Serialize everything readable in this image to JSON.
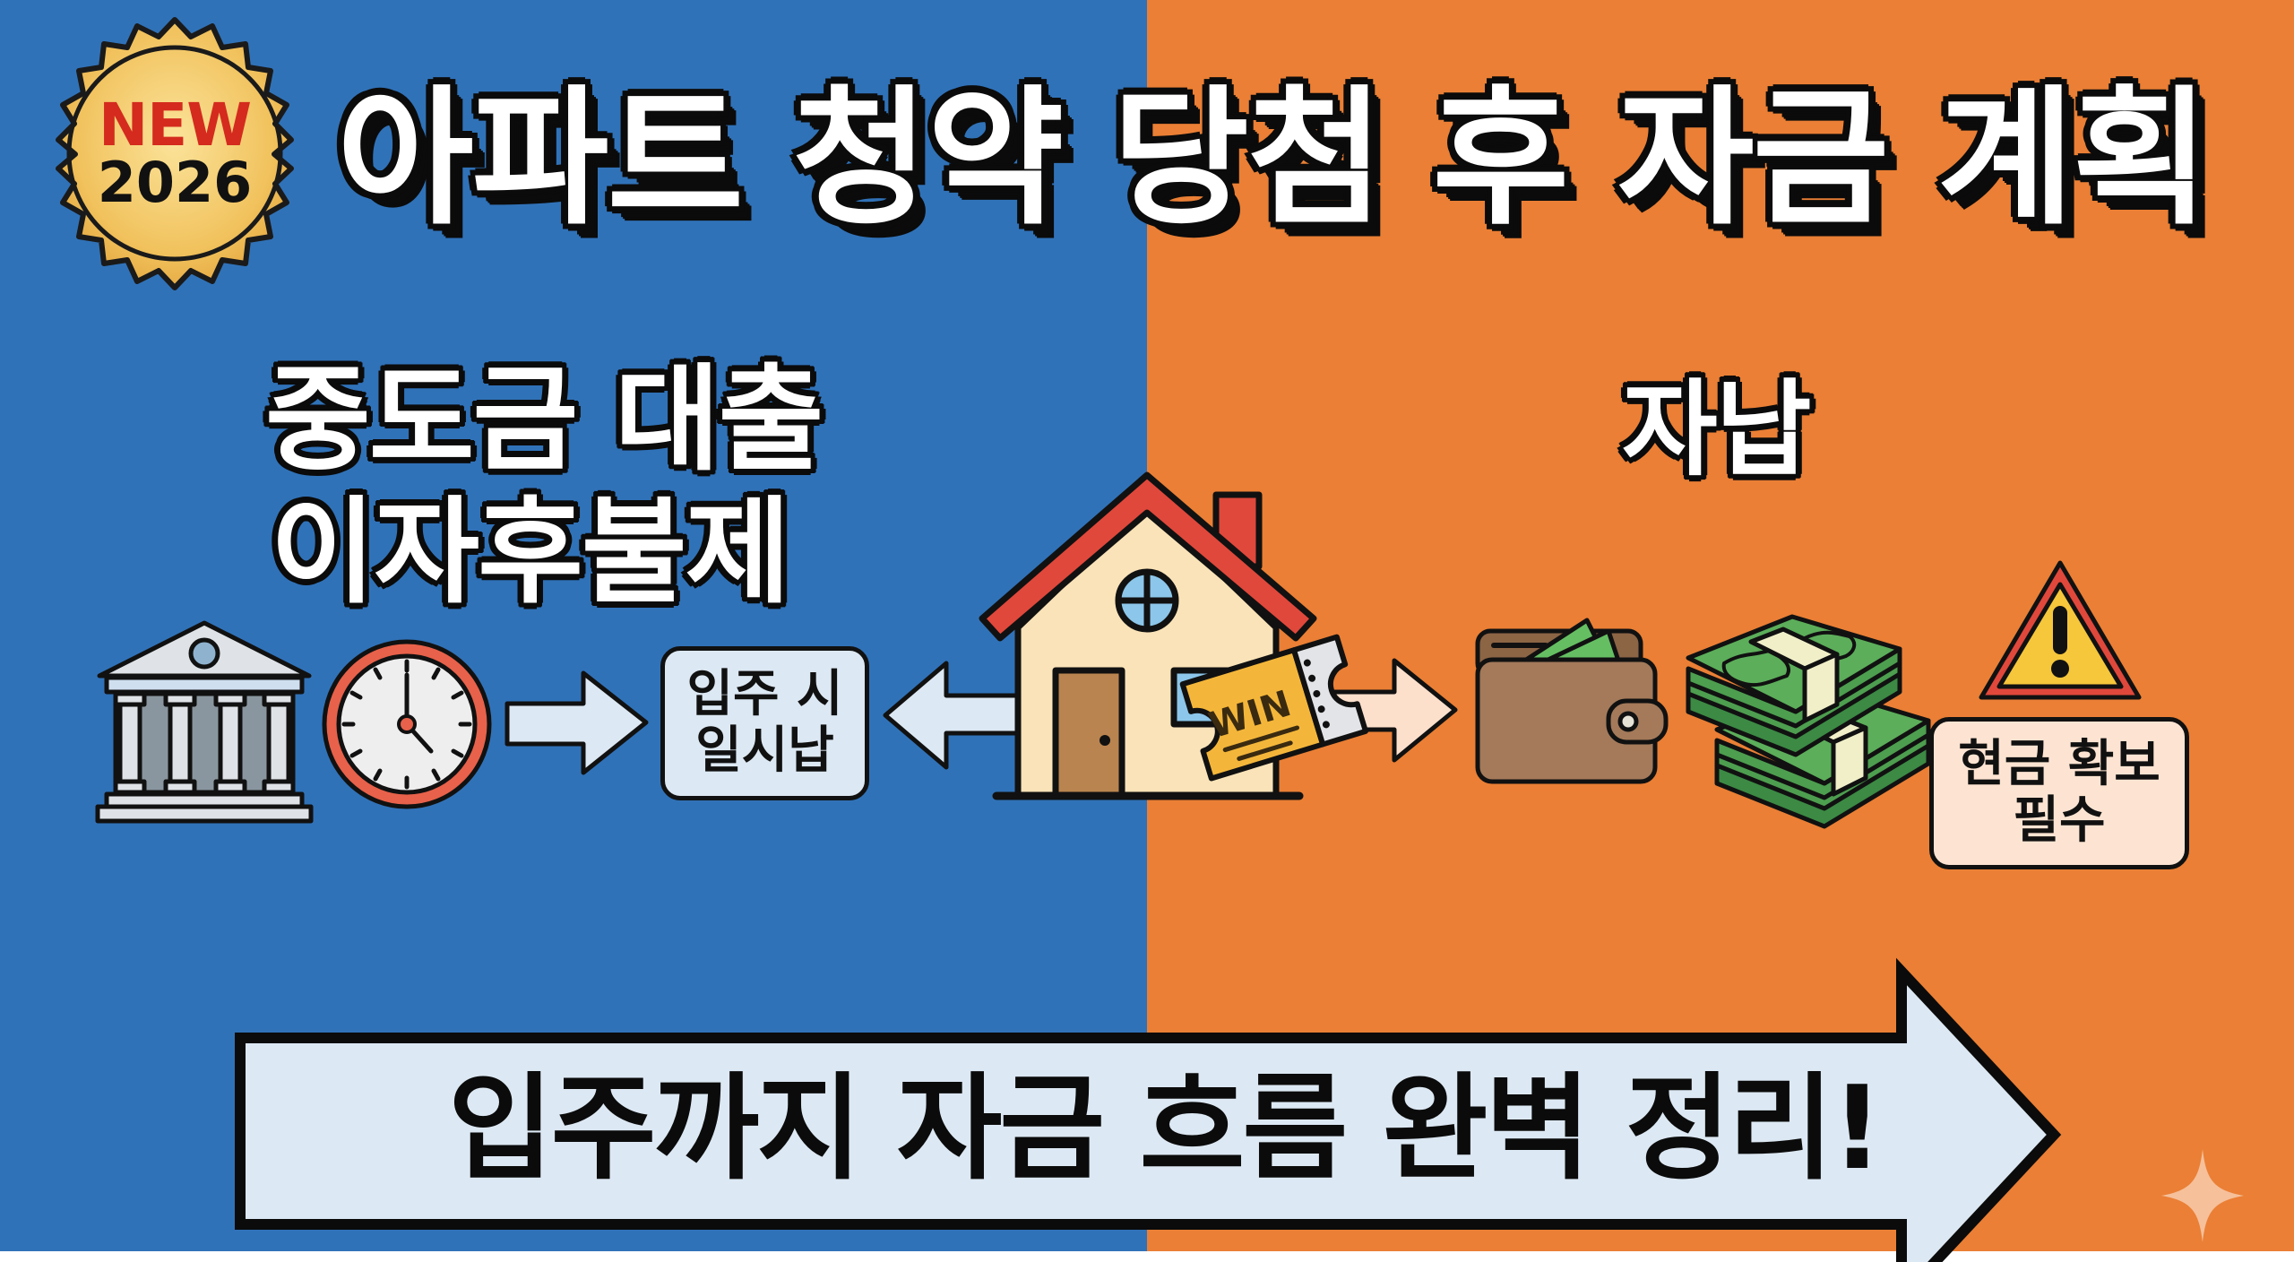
{
  "colors": {
    "left_panel": "#3072b8",
    "right_panel": "#ea7f35",
    "outline": "#0b0b0b",
    "badge_gold": "#f3c45e",
    "badge_new_red": "#d42b1e",
    "roof_red": "#e0483b",
    "house_wall": "#fae3b8",
    "ticket_yellow": "#f4b63a",
    "money_green": "#5cae5a",
    "wallet_brown": "#a47a5a",
    "warning_yellow": "#f6c63b",
    "banner_fill": "#dce8f3"
  },
  "badge": {
    "line1": "NEW",
    "line2": "2026",
    "icon": "seal-badge-icon"
  },
  "title": "아파트 청약 당첨 후 자금 계획",
  "left_section": {
    "heading_line1": "중도금 대출",
    "heading_line2": "이자후불제",
    "icons": [
      "bank-icon",
      "clock-icon",
      "arrow-right-icon"
    ],
    "box": {
      "line1": "입주 시",
      "line2": "일시납"
    }
  },
  "center": {
    "icon": "house-icon",
    "ticket_label": "WIN",
    "left_arrow": "arrow-left-icon",
    "right_arrow": "arrow-right-icon"
  },
  "right_section": {
    "heading": "자납",
    "icons": [
      "wallet-icon",
      "money-stack-icon",
      "warning-icon"
    ],
    "box": {
      "line1": "현금 확보",
      "line2": "필수"
    }
  },
  "banner": {
    "text": "입주까지 자금 흐름 완벽 정리!",
    "icon": "big-arrow-right-icon"
  },
  "decoration": {
    "sparkle": "sparkle-icon"
  }
}
